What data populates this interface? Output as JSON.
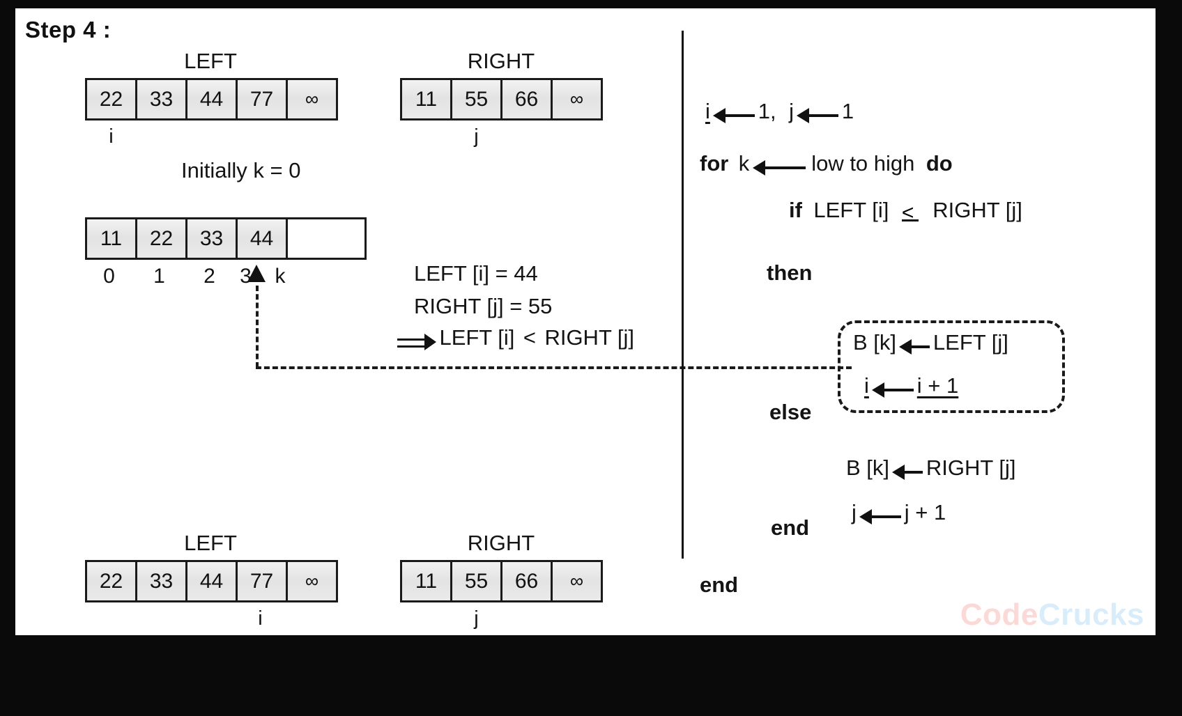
{
  "title": "Step 4 :",
  "arrays": {
    "left_top": {
      "label": "LEFT",
      "cells": [
        "22",
        "33",
        "44",
        "77",
        "∞"
      ],
      "pointer": "i",
      "pointer_index": 2
    },
    "right_top": {
      "label": "RIGHT",
      "cells": [
        "11",
        "55",
        "66",
        "∞"
      ],
      "pointer": "j",
      "pointer_index": 1
    },
    "result": {
      "cells": [
        "11",
        "22",
        "33",
        "44"
      ],
      "empty_cells": 2,
      "indices": [
        "0",
        "1",
        "2",
        "3"
      ],
      "pointer": "k",
      "pointer_index": 3
    },
    "left_bottom": {
      "label": "LEFT",
      "cells": [
        "22",
        "33",
        "44",
        "77",
        "∞"
      ],
      "pointer": "i",
      "pointer_index": 2
    },
    "right_bottom": {
      "label": "RIGHT",
      "cells": [
        "11",
        "55",
        "66",
        "∞"
      ],
      "pointer": "j",
      "pointer_index": 1
    }
  },
  "notes": {
    "initial_k": "Initially k = 0",
    "left_value": "LEFT [i] = 44",
    "right_value": "RIGHT [j] = 55",
    "conclusion_lhs": "LEFT [i]",
    "conclusion_op": "<",
    "conclusion_rhs": "RIGHT [j]"
  },
  "pseudocode": {
    "init_i": "i",
    "init_i_val": "1,",
    "init_j": "j",
    "init_j_val": "1",
    "for_kw": "for",
    "for_var": "k",
    "for_range": "low to high",
    "do_kw": "do",
    "if_kw": "if",
    "if_lhs": "LEFT [i]",
    "if_rhs": "RIGHT [j]",
    "then_kw": "then",
    "assign_b_left_lhs": "B [k]",
    "assign_b_left_rhs": "LEFT [j]",
    "inc_i_lhs": "i",
    "inc_i_rhs": "i + 1",
    "else_kw": "else",
    "assign_b_right_lhs": "B [k]",
    "assign_b_right_rhs": "RIGHT [j]",
    "inc_j_lhs": "j",
    "inc_j_rhs": "j + 1",
    "end_inner": "end",
    "end_outer": "end"
  },
  "watermark": {
    "part1": "Code",
    "part2": "Crucks",
    "color1": "#fbd9d6",
    "color2": "#d9ecfa"
  }
}
